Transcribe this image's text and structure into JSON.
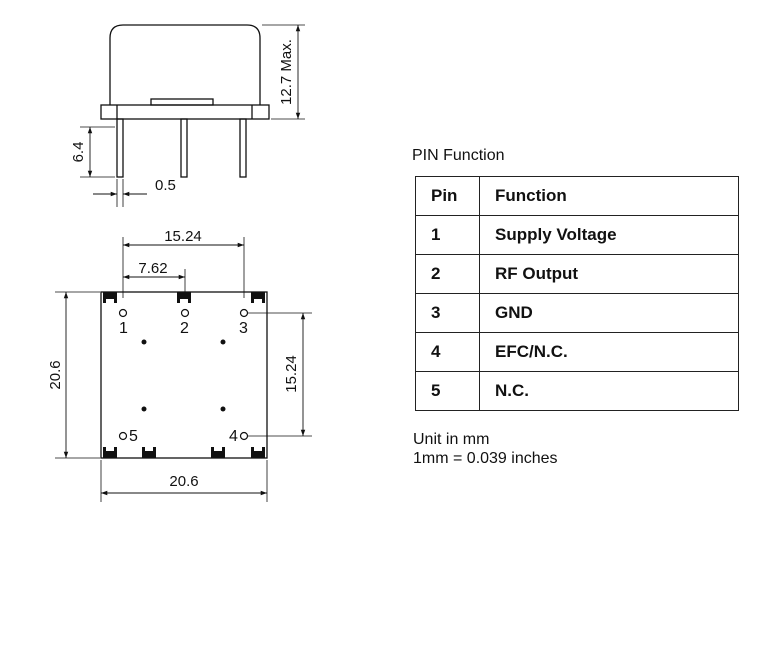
{
  "side_view": {
    "height_label": "12.7 Max.",
    "pin_length_label": "6.4",
    "pin_width_label": "0.5"
  },
  "bottom_view": {
    "width_label": "15.24",
    "half_pitch_label": "7.62",
    "body_height_label": "20.6",
    "pin_vertical_label": "15.24",
    "body_width_label": "20.6",
    "pin_numbers": [
      "1",
      "2",
      "3",
      "4",
      "5"
    ]
  },
  "pin_table": {
    "caption": "PIN Function",
    "headers": [
      "Pin",
      "Function"
    ],
    "rows": [
      {
        "pin": "1",
        "function": "Supply Voltage"
      },
      {
        "pin": "2",
        "function": "RF Output"
      },
      {
        "pin": "3",
        "function": "GND"
      },
      {
        "pin": "4",
        "function": "EFC/N.C."
      },
      {
        "pin": "5",
        "function": "N.C."
      }
    ]
  },
  "notes": {
    "unit": "Unit in mm",
    "conversion": "1mm = 0.039 inches"
  }
}
